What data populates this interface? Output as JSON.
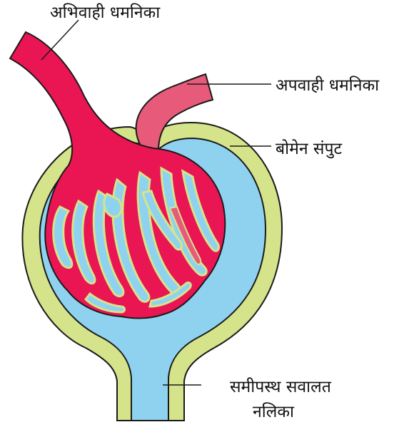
{
  "labels": {
    "afferent_arteriole": "अभिवाही धमनिका",
    "efferent_arteriole": "अपवाही धमनिका",
    "bowmans_capsule": "बोमेन संपुट",
    "proximal_tubule_line1": "समीपस्थ सवालत",
    "proximal_tubule_line2": "नलिका"
  },
  "colors": {
    "blood_vessel": "#ea1553",
    "efferent_vessel": "#e75a7a",
    "capsule_wall": "#d5e48a",
    "capsule_space": "#8fd2f0",
    "outline": "#1a1a1a"
  }
}
